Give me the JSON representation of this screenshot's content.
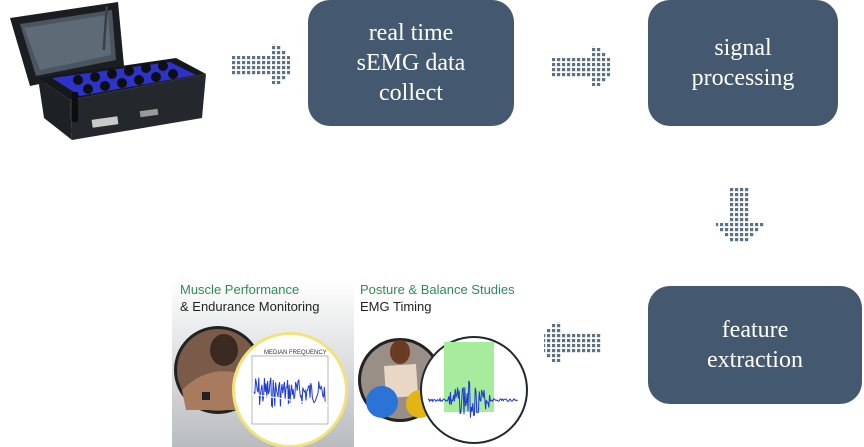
{
  "steps": {
    "collect": [
      "real time",
      "sEMG data",
      "collect"
    ],
    "processing": [
      "signal",
      "processing"
    ],
    "extraction": [
      "feature",
      "extraction"
    ]
  },
  "applications": {
    "muscle": {
      "title": "Muscle Performance",
      "subtitle": "& Endurance Monitoring",
      "chart_label": "MEDIAN FREQUENCY"
    },
    "posture": {
      "title": "Posture & Balance Studies",
      "subtitle": "EMG Timing"
    }
  },
  "colors": {
    "box": "#44596f",
    "arrow": "#5b7185",
    "accent_green": "#2e8b57",
    "emg_blue": "#1f3bd0"
  },
  "icons": [
    "emg-device-icon",
    "dotted-arrow-right-icon",
    "dotted-arrow-down-icon",
    "dotted-arrow-left-icon"
  ]
}
